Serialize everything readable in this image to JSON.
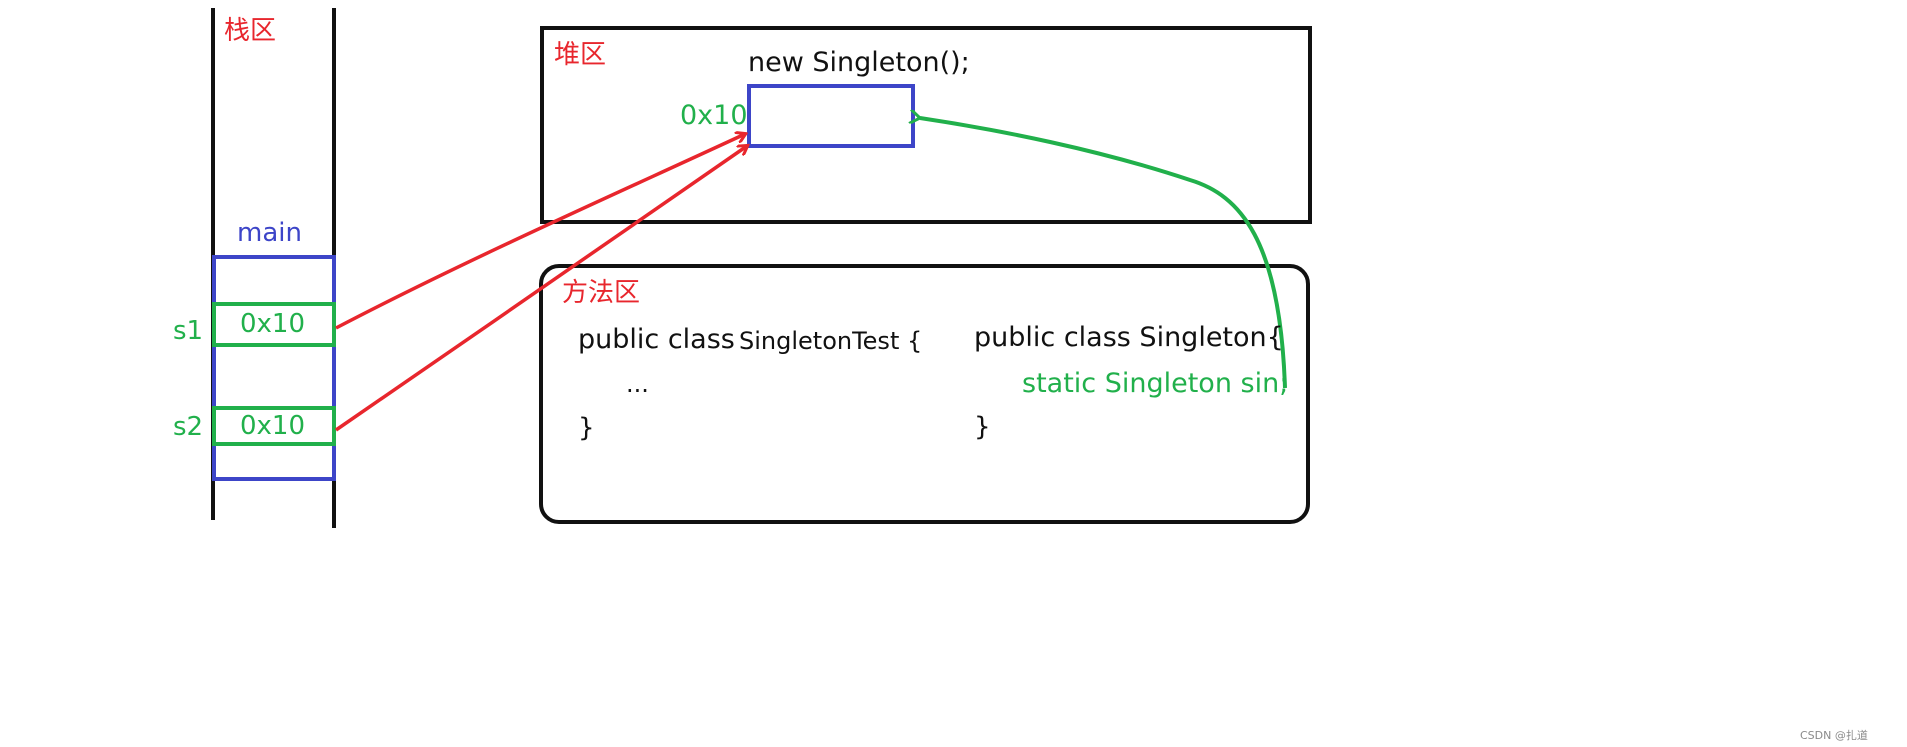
{
  "stack": {
    "title": "栈区",
    "frame_label": "main",
    "slots": [
      {
        "var": "s1",
        "value": "0x10"
      },
      {
        "var": "s2",
        "value": "0x10"
      }
    ]
  },
  "heap": {
    "title": "堆区",
    "object_expr": "new Singleton();",
    "object_address": "0x10"
  },
  "method_area": {
    "title": "方法区",
    "class_test": {
      "line1_a": "public class",
      "line1_b": "SingletonTest {",
      "body": "...",
      "close": "}"
    },
    "class_singleton": {
      "line1": "public class Singleton{",
      "field": "static Singleton sin;",
      "close": "}"
    }
  },
  "watermark": "CSDN @扎道",
  "colors": {
    "stack_label": "#e8262d",
    "frame": "#3d45c8",
    "slot": "#21b04b",
    "pointer_stack": "#e8262d",
    "pointer_static": "#21b04b",
    "outline": "#111111"
  }
}
